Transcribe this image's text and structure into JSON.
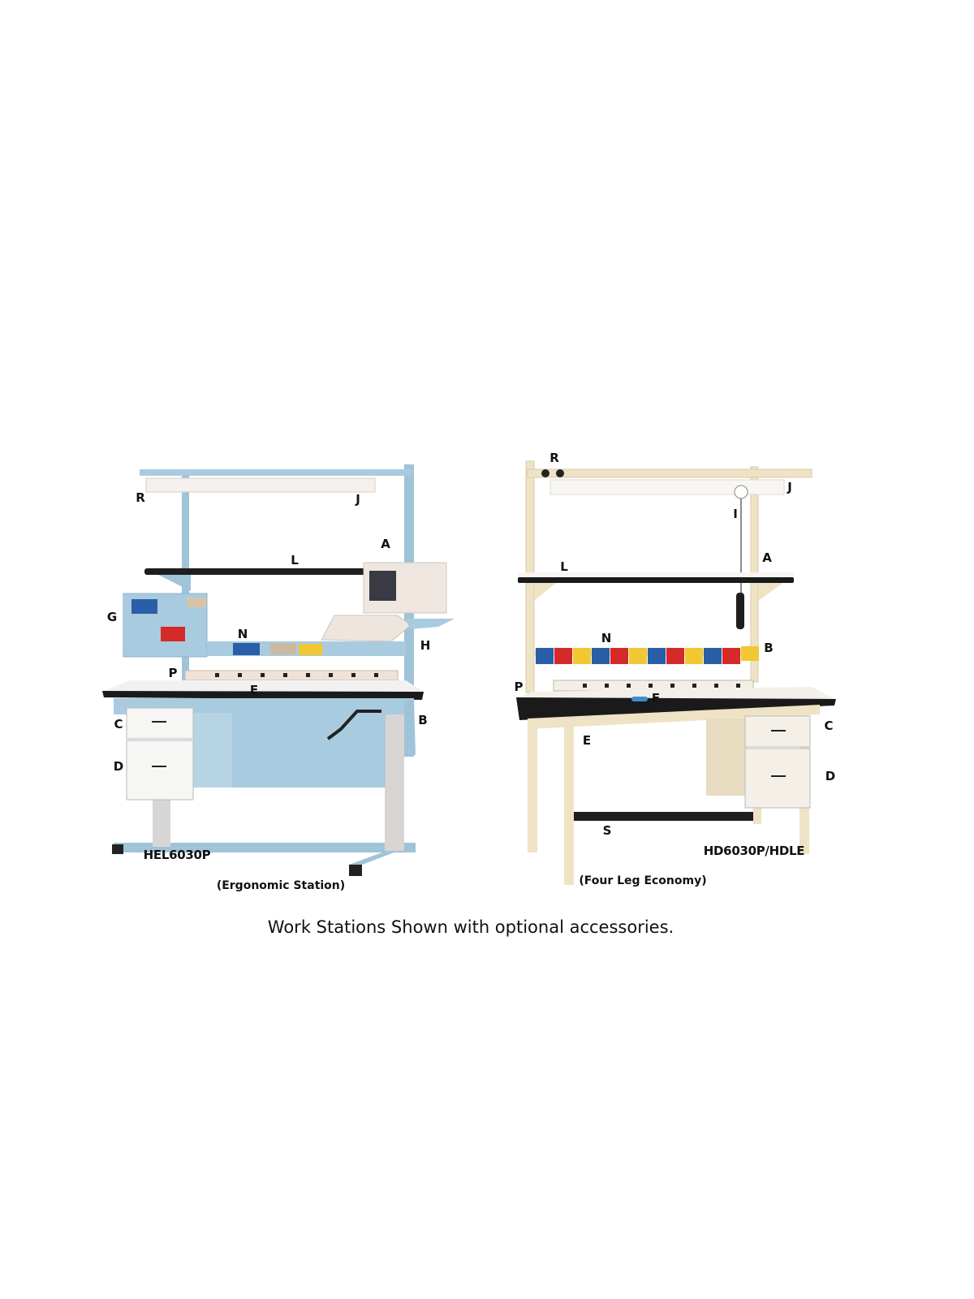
{
  "colors": {
    "ergonomic_frame": "#a9cbdf",
    "economy_frame": "#efe3c6",
    "worktop_edge": "#1a1a1a",
    "bin_blue": "#2a5ea8",
    "bin_red": "#d42a2a",
    "bin_yellow": "#f2c832"
  },
  "left_station": {
    "labels": {
      "R": "R",
      "J": "J",
      "A": "A",
      "L": "L",
      "G": "G",
      "N": "N",
      "H": "H",
      "P": "P",
      "E": "E",
      "C": "C",
      "D": "D",
      "B": "B"
    },
    "model": "HEL6030P",
    "subtitle": "(Ergonomic Station)"
  },
  "right_station": {
    "labels": {
      "R": "R",
      "J": "J",
      "I": "I",
      "A": "A",
      "L": "L",
      "N": "N",
      "B": "B",
      "P": "P",
      "F": "F",
      "E": "E",
      "C": "C",
      "D": "D",
      "S": "S"
    },
    "model": "HD6030P/HDLE",
    "subtitle": "(Four Leg Economy)"
  },
  "caption": "Work Stations Shown with optional accessories."
}
